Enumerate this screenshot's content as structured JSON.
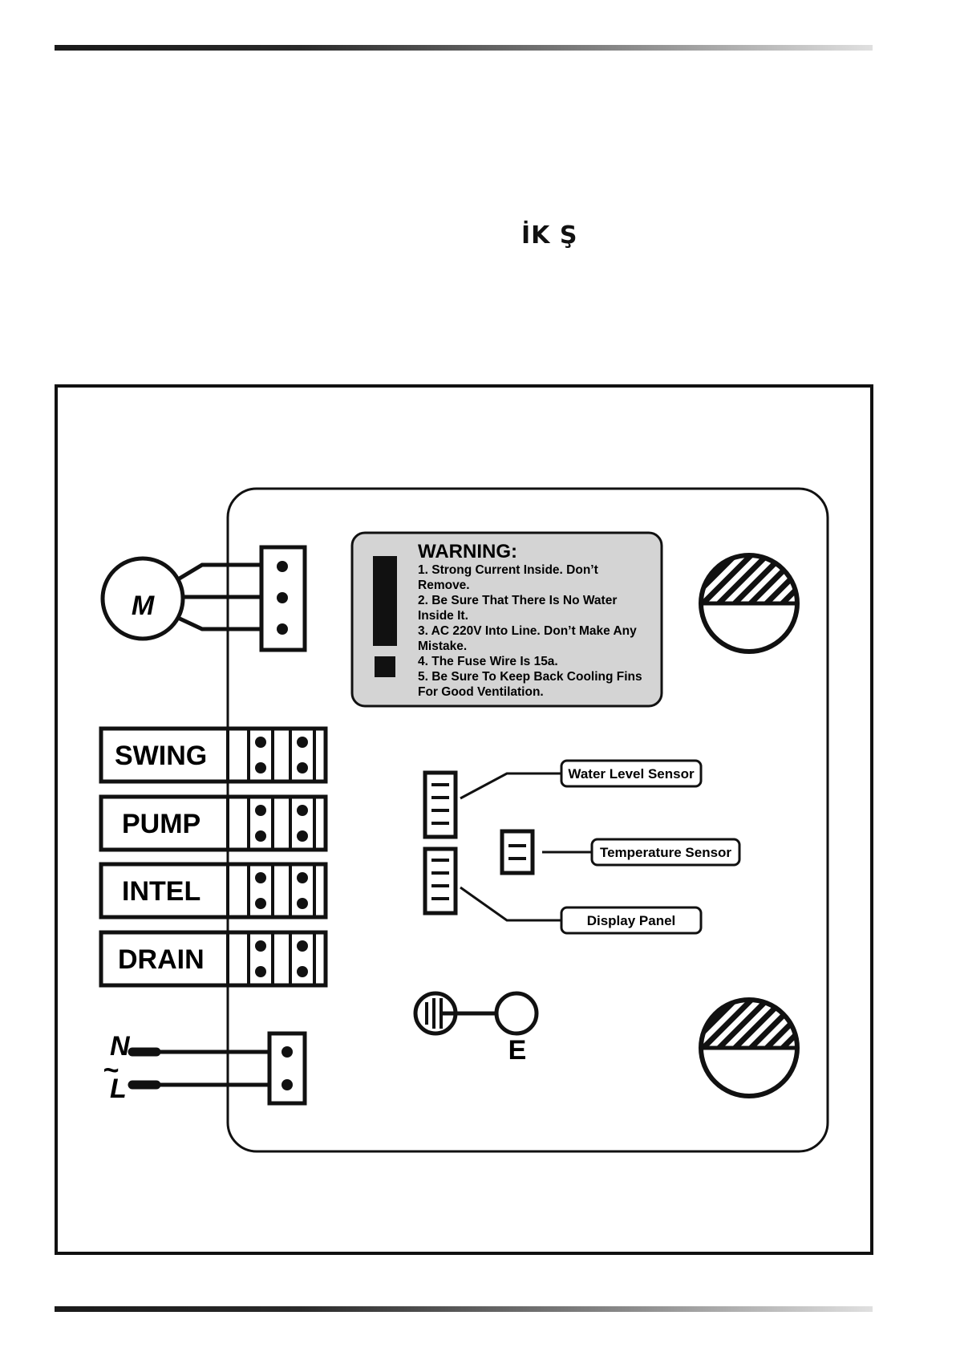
{
  "page": {
    "title": "İK Ş"
  },
  "diagram": {
    "motor_label": "M",
    "warning": {
      "heading": "WARNING:",
      "lines": [
        "1. Strong Current Inside. Don’t",
        "Remove.",
        "2. Be Sure That There Is No Water",
        "Inside It.",
        "3. AC 220V Into Line. Don’t Make Any",
        "Mistake.",
        "4. The Fuse Wire Is 15a.",
        "5. Be Sure To Keep Back Cooling Fins",
        "For Good Ventilation."
      ]
    },
    "terminals": {
      "swing": "SWING",
      "pump": "PUMP",
      "intel": "INTEL",
      "drain": "DRAIN"
    },
    "sensors": {
      "water_level": "Water Level Sensor",
      "temperature": "Temperature Sensor",
      "display_panel": "Display Panel"
    },
    "power": {
      "neutral": "N",
      "line": "L",
      "ac_symbol": "~",
      "earth": "E"
    },
    "colors": {
      "warning_fill": "#d4d4d4",
      "stroke": "#111111"
    }
  }
}
